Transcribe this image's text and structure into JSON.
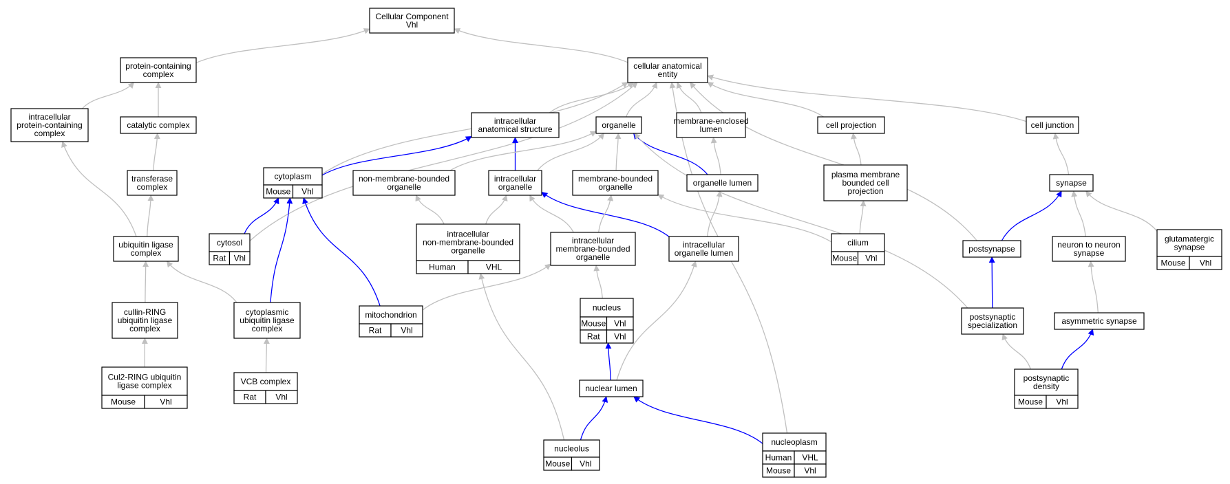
{
  "colors": {
    "edge_gray": "#c0c0c0",
    "edge_blue": "#0000ff",
    "mouse": "#add8e6",
    "rat": "#ffd700",
    "human": "#ff6347"
  },
  "nodes": {
    "root": {
      "lines": [
        "Cellular Component",
        "Vhl"
      ]
    },
    "protein_containing_complex": {
      "lines": [
        "protein-containing",
        "complex"
      ]
    },
    "cellular_anatomical_entity": {
      "lines": [
        "cellular anatomical",
        "entity"
      ]
    },
    "intracellular_protein_containing_complex": {
      "lines": [
        "intracellular",
        "protein-containing",
        "complex"
      ]
    },
    "catalytic_complex": {
      "lines": [
        "catalytic complex"
      ]
    },
    "intracellular_anatomical_structure": {
      "lines": [
        "intracellular",
        "anatomical structure"
      ]
    },
    "organelle": {
      "lines": [
        "organelle"
      ]
    },
    "membrane_enclosed_lumen": {
      "lines": [
        "membrane-enclosed",
        "lumen"
      ]
    },
    "cell_projection": {
      "lines": [
        "cell projection"
      ]
    },
    "cell_junction": {
      "lines": [
        "cell junction"
      ]
    },
    "transferase_complex": {
      "lines": [
        "transferase",
        "complex"
      ]
    },
    "cytoplasm": {
      "lines": [
        "cytoplasm"
      ],
      "species": [
        [
          "Mouse",
          "Vhl"
        ]
      ]
    },
    "non_membrane_bounded_organelle": {
      "lines": [
        "non-membrane-bounded",
        "organelle"
      ]
    },
    "intracellular_organelle": {
      "lines": [
        "intracellular",
        "organelle"
      ]
    },
    "membrane_bounded_organelle": {
      "lines": [
        "membrane-bounded",
        "organelle"
      ]
    },
    "organelle_lumen": {
      "lines": [
        "organelle lumen"
      ]
    },
    "plasma_membrane_bounded_cell_projection": {
      "lines": [
        "plasma membrane",
        "bounded cell",
        "projection"
      ]
    },
    "synapse": {
      "lines": [
        "synapse"
      ]
    },
    "ubiquitin_ligase_complex": {
      "lines": [
        "ubiquitin ligase",
        "complex"
      ]
    },
    "cytosol": {
      "lines": [
        "cytosol"
      ],
      "species": [
        [
          "Rat",
          "Vhl"
        ]
      ]
    },
    "intracellular_non_membrane_bounded_organelle": {
      "lines": [
        "intracellular",
        "non-membrane-bounded",
        "organelle"
      ],
      "species": [
        [
          "Human",
          "VHL"
        ]
      ]
    },
    "intracellular_membrane_bounded_organelle": {
      "lines": [
        "intracellular",
        "membrane-bounded",
        "organelle"
      ]
    },
    "intracellular_organelle_lumen": {
      "lines": [
        "intracellular",
        "organelle lumen"
      ]
    },
    "cilium": {
      "lines": [
        "cilium"
      ],
      "species": [
        [
          "Mouse",
          "Vhl"
        ]
      ]
    },
    "postsynapse": {
      "lines": [
        "postsynapse"
      ]
    },
    "neuron_to_neuron_synapse": {
      "lines": [
        "neuron to neuron",
        "synapse"
      ]
    },
    "glutamatergic_synapse": {
      "lines": [
        "glutamatergic",
        "synapse"
      ],
      "species": [
        [
          "Mouse",
          "Vhl"
        ]
      ]
    },
    "cullin_ring_ubiquitin_ligase_complex": {
      "lines": [
        "cullin-RING",
        "ubiquitin ligase",
        "complex"
      ]
    },
    "cytoplasmic_ubiquitin_ligase_complex": {
      "lines": [
        "cytoplasmic",
        "ubiquitin ligase",
        "complex"
      ]
    },
    "mitochondrion": {
      "lines": [
        "mitochondrion"
      ],
      "species": [
        [
          "Rat",
          "Vhl"
        ]
      ]
    },
    "nucleus": {
      "lines": [
        "nucleus"
      ],
      "species": [
        [
          "Mouse",
          "Vhl"
        ],
        [
          "Rat",
          "Vhl"
        ]
      ]
    },
    "postsynaptic_specialization": {
      "lines": [
        "postsynaptic",
        "specialization"
      ]
    },
    "asymmetric_synapse": {
      "lines": [
        "asymmetric synapse"
      ]
    },
    "cul2_ring_ubiquitin_ligase_complex": {
      "lines": [
        "Cul2-RING ubiquitin",
        "ligase complex"
      ],
      "species": [
        [
          "Mouse",
          "Vhl"
        ]
      ]
    },
    "vcb_complex": {
      "lines": [
        "VCB complex"
      ],
      "species": [
        [
          "Rat",
          "Vhl"
        ]
      ]
    },
    "nuclear_lumen": {
      "lines": [
        "nuclear lumen"
      ]
    },
    "postsynaptic_density": {
      "lines": [
        "postsynaptic",
        "density"
      ],
      "species": [
        [
          "Mouse",
          "Vhl"
        ]
      ]
    },
    "nucleolus": {
      "lines": [
        "nucleolus"
      ],
      "species": [
        [
          "Mouse",
          "Vhl"
        ]
      ]
    },
    "nucleoplasm": {
      "lines": [
        "nucleoplasm"
      ],
      "species": [
        [
          "Human",
          "VHL"
        ],
        [
          "Mouse",
          "Vhl"
        ]
      ]
    }
  },
  "edges": [
    [
      "protein_containing_complex",
      "root",
      "gray"
    ],
    [
      "cellular_anatomical_entity",
      "root",
      "gray"
    ],
    [
      "intracellular_protein_containing_complex",
      "protein_containing_complex",
      "gray"
    ],
    [
      "catalytic_complex",
      "protein_containing_complex",
      "gray"
    ],
    [
      "intracellular_anatomical_structure",
      "cellular_anatomical_entity",
      "gray"
    ],
    [
      "organelle",
      "cellular_anatomical_entity",
      "gray"
    ],
    [
      "membrane_enclosed_lumen",
      "cellular_anatomical_entity",
      "gray"
    ],
    [
      "cell_projection",
      "cellular_anatomical_entity",
      "gray"
    ],
    [
      "cell_junction",
      "cellular_anatomical_entity",
      "gray"
    ],
    [
      "cytoplasm",
      "cellular_anatomical_entity",
      "gray"
    ],
    [
      "cytosol",
      "cellular_anatomical_entity",
      "gray"
    ],
    [
      "nucleoplasm",
      "cellular_anatomical_entity",
      "gray"
    ],
    [
      "postsynapse",
      "cellular_anatomical_entity",
      "gray"
    ],
    [
      "transferase_complex",
      "catalytic_complex",
      "gray"
    ],
    [
      "ubiquitin_ligase_complex",
      "transferase_complex",
      "gray"
    ],
    [
      "ubiquitin_ligase_complex",
      "intracellular_protein_containing_complex",
      "gray"
    ],
    [
      "cytoplasm",
      "intracellular_anatomical_structure",
      "blue"
    ],
    [
      "intracellular_organelle",
      "intracellular_anatomical_structure",
      "blue"
    ],
    [
      "non_membrane_bounded_organelle",
      "organelle",
      "gray"
    ],
    [
      "intracellular_organelle",
      "organelle",
      "gray"
    ],
    [
      "membrane_bounded_organelle",
      "organelle",
      "gray"
    ],
    [
      "organelle_lumen",
      "organelle",
      "blue"
    ],
    [
      "postsynaptic_specialization",
      "organelle",
      "gray"
    ],
    [
      "organelle_lumen",
      "membrane_enclosed_lumen",
      "gray"
    ],
    [
      "plasma_membrane_bounded_cell_projection",
      "cell_projection",
      "gray"
    ],
    [
      "synapse",
      "cell_junction",
      "gray"
    ],
    [
      "cytosol",
      "cytoplasm",
      "blue"
    ],
    [
      "cytoplasmic_ubiquitin_ligase_complex",
      "cytoplasm",
      "blue"
    ],
    [
      "mitochondrion",
      "cytoplasm",
      "blue"
    ],
    [
      "intracellular_non_membrane_bounded_organelle",
      "non_membrane_bounded_organelle",
      "gray"
    ],
    [
      "intracellular_non_membrane_bounded_organelle",
      "intracellular_organelle",
      "gray"
    ],
    [
      "intracellular_membrane_bounded_organelle",
      "intracellular_organelle",
      "gray"
    ],
    [
      "intracellular_organelle_lumen",
      "intracellular_organelle",
      "blue"
    ],
    [
      "intracellular_membrane_bounded_organelle",
      "membrane_bounded_organelle",
      "gray"
    ],
    [
      "cilium",
      "membrane_bounded_organelle",
      "gray"
    ],
    [
      "intracellular_organelle_lumen",
      "organelle_lumen",
      "gray"
    ],
    [
      "cilium",
      "plasma_membrane_bounded_cell_projection",
      "gray"
    ],
    [
      "postsynapse",
      "synapse",
      "blue"
    ],
    [
      "neuron_to_neuron_synapse",
      "synapse",
      "gray"
    ],
    [
      "glutamatergic_synapse",
      "synapse",
      "gray"
    ],
    [
      "cullin_ring_ubiquitin_ligase_complex",
      "ubiquitin_ligase_complex",
      "gray"
    ],
    [
      "cytoplasmic_ubiquitin_ligase_complex",
      "ubiquitin_ligase_complex",
      "gray"
    ],
    [
      "mitochondrion",
      "intracellular_membrane_bounded_organelle",
      "gray"
    ],
    [
      "nucleus",
      "intracellular_membrane_bounded_organelle",
      "gray"
    ],
    [
      "nuclear_lumen",
      "intracellular_organelle_lumen",
      "gray"
    ],
    [
      "postsynaptic_specialization",
      "postsynapse",
      "blue"
    ],
    [
      "asymmetric_synapse",
      "neuron_to_neuron_synapse",
      "gray"
    ],
    [
      "cul2_ring_ubiquitin_ligase_complex",
      "cullin_ring_ubiquitin_ligase_complex",
      "gray"
    ],
    [
      "vcb_complex",
      "cytoplasmic_ubiquitin_ligase_complex",
      "gray"
    ],
    [
      "nuclear_lumen",
      "nucleus",
      "blue"
    ],
    [
      "postsynaptic_density",
      "postsynaptic_specialization",
      "gray"
    ],
    [
      "postsynaptic_density",
      "asymmetric_synapse",
      "blue"
    ],
    [
      "nucleolus",
      "nuclear_lumen",
      "blue"
    ],
    [
      "nucleoplasm",
      "nuclear_lumen",
      "blue"
    ],
    [
      "nucleolus",
      "intracellular_non_membrane_bounded_organelle",
      "gray"
    ]
  ]
}
